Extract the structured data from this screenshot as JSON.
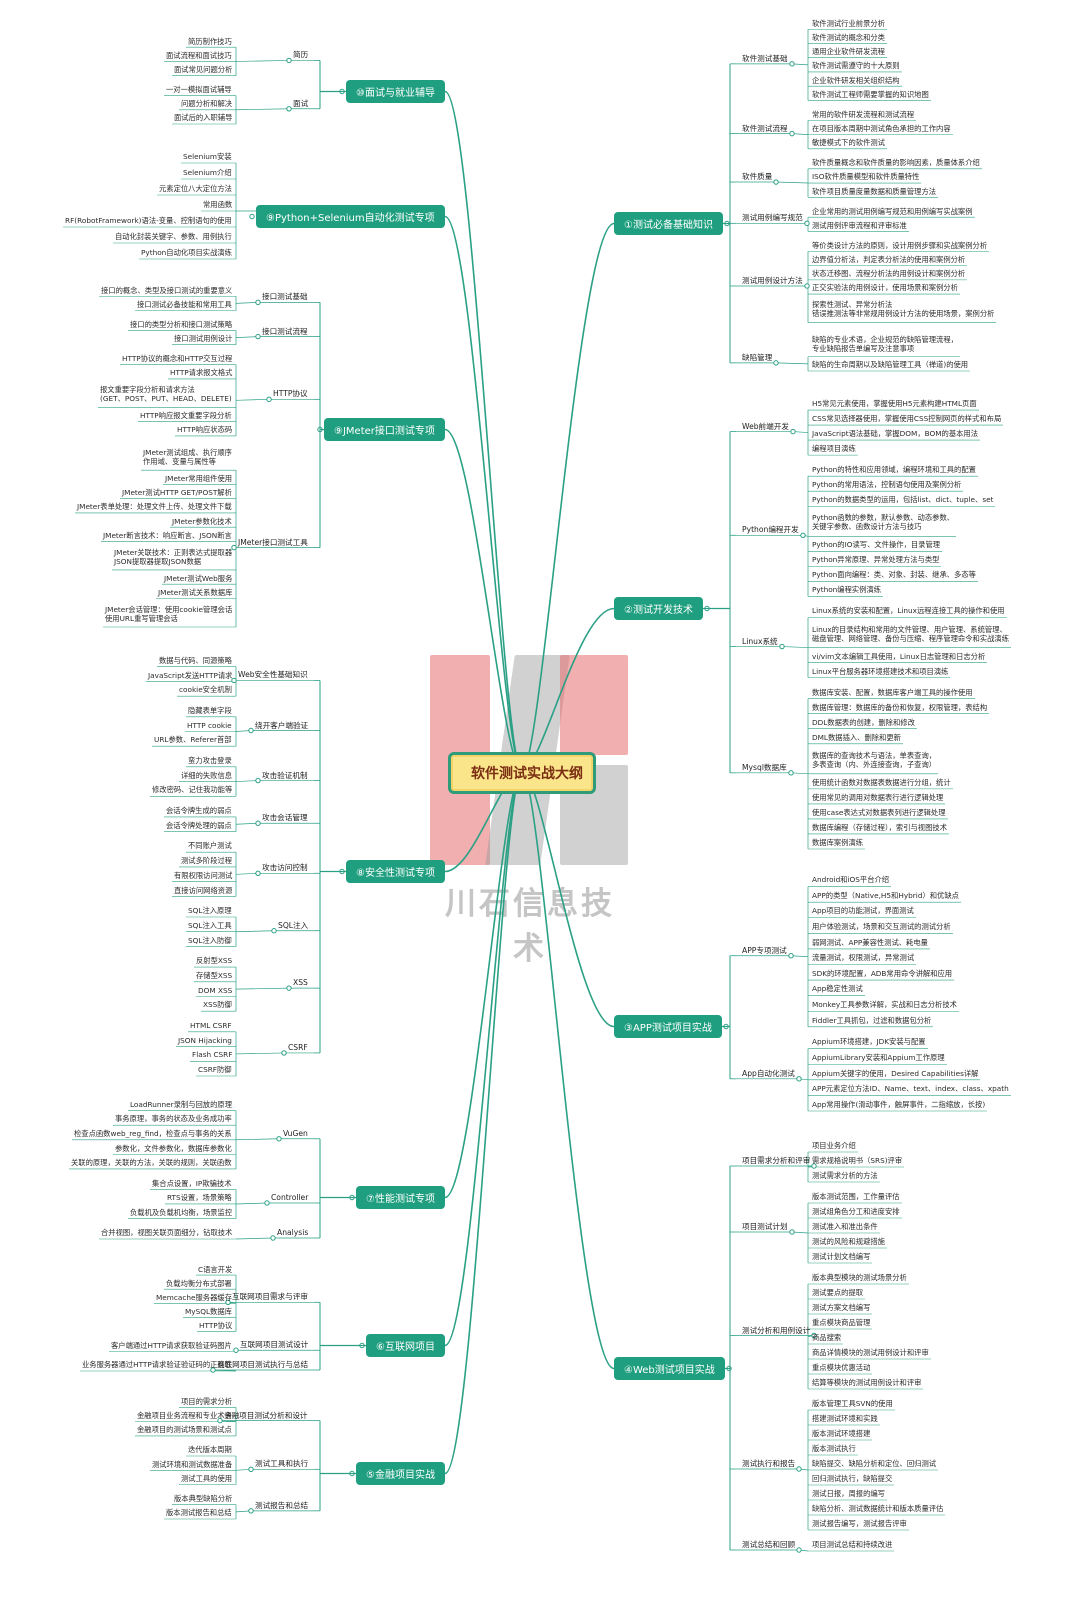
{
  "title": "软件测试实战大纲",
  "watermark": "川石信息技术",
  "colors": {
    "branch": "#2aa085",
    "main_bg": "#1f9f7f",
    "root_bg": "#fbe58a",
    "root_border": "#2f9b78",
    "watermark_red": "#e45a5a",
    "watermark_gray": "#8c8c8c"
  },
  "right": [
    {
      "title": "①测试必备基础知识",
      "groups": [
        {
          "name": "软件测试基础",
          "items": [
            "软件测试行业前景分析",
            "软件测试的概念和分类",
            "通用企业软件研发流程",
            "软件测试需遵守的十大原则",
            "企业软件研发相关组织结构",
            "软件测试工程师需要掌握的知识地图"
          ]
        },
        {
          "name": "软件测试流程",
          "items": [
            "常用的软件研发流程和测试流程",
            "在项目版本周期中测试角色承担的工作内容",
            "敏捷模式下的软件测试"
          ]
        },
        {
          "name": "软件质量",
          "items": [
            "软件质量概念和软件质量的影响因素，质量体系介绍",
            "ISO软件质量模型和软件质量特性",
            "软件项目质量度量数据和质量管理方法"
          ]
        },
        {
          "name": "测试用例编写规范",
          "items": [
            "企业常用的测试用例编写规范和用例编写实战案例",
            "测试用例评审流程和评审标准"
          ]
        },
        {
          "name": "测试用例设计方法",
          "items": [
            "等价类设计方法的原则，设计用例步骤和实战案例分析",
            "边界值分析法，判定表分析法的使用和案例分析",
            "状态迁移图、流程分析法的用例设计和案例分析",
            "正交实验法的用例设计，使用场景和案例分析",
            "探索性测试、异常分析法\n错误推测法等非常规用例设计方法的使用场景，案例分析"
          ]
        },
        {
          "name": "缺陷管理",
          "items": [
            "缺陷的专业术语，企业规范的缺陷管理流程，\n专业缺陷报告单编写及注意事项",
            "缺陷的生命周期以及缺陷管理工具（禅道)的使用"
          ]
        }
      ]
    },
    {
      "title": "②测试开发技术",
      "groups": [
        {
          "name": "Web前端开发",
          "items": [
            "H5常见元素使用，掌握使用H5元素构建HTML页面",
            "CSS常见选择器使用，掌握使用CSS控制网页的样式和布局",
            "JavaScript语法基础，掌握DOM，BOM的基本用法",
            "编程项目演练"
          ]
        },
        {
          "name": "Python编程开发",
          "items": [
            "Python的特性和应用领域，编程环境和工具的配置",
            "Python的常用语法，控制语句使用及案例分析",
            "Python的数据类型的运用，包括list、dict、tuple、set",
            "Python函数的参数，默认参数、动态参数、\n关键字参数、函数设计方法与技巧",
            "Python的IO读写、文件操作，目录管理",
            "Python异常原理、异常处理方法与类型",
            "Python面向编程：类、对象、封装、继承、多态等",
            "Python编程实例演练"
          ]
        },
        {
          "name": "Linux系统",
          "items": [
            "Linux系统的安装和配置，Linux远程连接工具的操作和使用",
            "Linux的目录结构和常用的文件管理、用户管理、系统管理、\n磁盘管理、网络管理、备份与压缩、程序管理命令和实战演练",
            "vi/vim文本编辑工具使用，Linux日志管理和日志分析",
            "Linux平台服务器环境搭建技术和项目演练"
          ]
        },
        {
          "name": "Mysql数据库",
          "items": [
            "数据库安装、配置，数据库客户端工具的操作使用",
            "数据库管理：数据库的备份和恢复，权限管理，表结构",
            "DDL数据表的创建，删除和修改",
            "DML数据插入、删除和更新",
            "数据库的查询技术与语法，单表查询，\n多表查询（内、外连接查询，子查询）",
            "使用统计函数对数据表数据进行分组，统计",
            "使用常见的调用对数据表行进行逻辑处理",
            "使用case表达式对数据表列进行逻辑处理",
            "数据库编程（存储过程），索引与视图技术",
            "数据库案例演练"
          ]
        }
      ]
    },
    {
      "title": "③APP测试项目实战",
      "groups": [
        {
          "name": "APP专项测试",
          "items": [
            "Android和iOS平台介绍",
            "APP的类型（Native,H5和Hybrid）和优缺点",
            "App项目的功能测试，界面测试",
            "用户体验测试，场景和交互测试的测试分析",
            "弱网测试、APP兼容性测试、耗电量",
            "流量测试，权限测试，异常测试",
            "SDK的环境配置，ADB常用命令讲解和应用",
            "App稳定性测试",
            "Monkey工具参数详解，实战和日志分析技术",
            "Fiddler工具抓包，过滤和数据包分析"
          ]
        },
        {
          "name": "App自动化测试",
          "items": [
            "Appium环境搭建，JDK安装与配置",
            "AppiumLibrary安装和Appium工作原理",
            "Appium关键字的使用，Desired Capabilities详解",
            "APP元素定位方法ID、Name、text、index、class、xpath",
            "App常用操作(滑动事件，触屏事件，二指缩放，长按)"
          ]
        }
      ]
    },
    {
      "title": "④Web测试项目实战",
      "groups": [
        {
          "name": "项目需求分析和评审",
          "items": [
            "项目业务介绍",
            "需求规格说明书（SRS)评审",
            "测试需求分析的方法"
          ]
        },
        {
          "name": "项目测试计划",
          "items": [
            "版本测试范围，工作量评估",
            "测试组角色分工和进度安排",
            "测试准入和准出条件",
            "测试的风险和规避措施",
            "测试计划文档编写"
          ]
        },
        {
          "name": "测试分析和用例设计",
          "items": [
            "版本典型模块的测试场景分析",
            "测试要点的提取",
            "测试方案文档编写",
            "重点模块商品管理",
            "商品搜索",
            "商品详情模块的测试用例设计和评审",
            "重点模块优惠活动",
            "结算等模块的测试用例设计和评审"
          ]
        },
        {
          "name": "测试执行和报告",
          "items": [
            "版本管理工具SVN的使用",
            "搭建测试环境和实践",
            "版本测试环境搭建",
            "版本测试执行",
            "缺陷提交、缺陷分析和定位、回归测试",
            "回归测试执行，缺陷提交",
            "测试日报，周报的编写",
            "缺陷分析、测试数据统计和版本质量评估",
            "测试报告编写，测试报告评审"
          ]
        },
        {
          "name": "测试总结和回顾",
          "items": [
            "项目测试总结和持续改进"
          ]
        }
      ]
    }
  ],
  "left": [
    {
      "title": "⑩面试与就业辅导",
      "groups": [
        {
          "name": "简历",
          "items": [
            "简历制作技巧",
            "面试流程和面试技巧",
            "面试常见问题分析"
          ]
        },
        {
          "name": "面试",
          "items": [
            "一对一模拟面试辅导",
            "问题分析和解决",
            "面试后的入职辅导"
          ]
        }
      ]
    },
    {
      "title": "⑨Python+Selenium自动化测试专项",
      "groups": [
        {
          "name": "",
          "items": [
            "Selenium安装",
            "Selenium介绍",
            "元素定位八大定位方法",
            "常用函数",
            "RF(RobotFramework)语法-变量、控制语句的使用",
            "自动化封装关键字、参数、用例执行",
            "Python自动化项目实战演练"
          ]
        }
      ]
    },
    {
      "title": "⑨JMeter接口测试专项",
      "groups": [
        {
          "name": "接口测试基础",
          "items": [
            "接口的概念、类型及接口测试的重要意义",
            "接口测试必备技能和常用工具"
          ]
        },
        {
          "name": "接口测试流程",
          "items": [
            "接口的类型分析和接口测试策略",
            "接口测试用例设计"
          ]
        },
        {
          "name": "HTTP协议",
          "items": [
            "HTTP协议的概念和HTTP交互过程",
            "HTTP请求报文格式",
            "报文重要字段分析和请求方法\n(GET、POST、PUT、HEAD、DELETE)",
            "HTTP响应报文重要字段分析",
            "HTTP响应状态码"
          ]
        },
        {
          "name": "JMeter接口测试工具",
          "items": [
            "JMeter测试组成、执行顺序\n作用域、变量与属性等",
            "JMeter常用组件使用",
            "JMeter测试HTTP GET/POST解析",
            "JMeter表单处理：处理文件上传、处理文件下载",
            "JMeter参数化技术",
            "JMeter断言技术：响应断言、JSON断言",
            "JMeter关联技术：正则表达式提取器\nJSON提取器提取JSON数据",
            "JMeter测试Web服务",
            "JMeter测试关系数据库",
            "JMeter会话管理：使用cookie管理会话\n使用URL重写管理会话"
          ]
        }
      ]
    },
    {
      "title": "⑧安全性测试专项",
      "groups": [
        {
          "name": "Web安全性基础知识",
          "items": [
            "数据与代码、同源策略",
            "JavaScript发送HTTP请求",
            "cookie安全机制"
          ]
        },
        {
          "name": "绕开客户端验证",
          "items": [
            "隐藏表单字段",
            "HTTP cookie",
            "URL参数、Referer首部"
          ]
        },
        {
          "name": "攻击验证机制",
          "items": [
            "蛮力攻击登录",
            "详细的失败信息",
            "修改密码、记住我功能等"
          ]
        },
        {
          "name": "攻击会话管理",
          "items": [
            "会话令牌生成的弱点",
            "会话令牌处理的弱点"
          ]
        },
        {
          "name": "攻击访问控制",
          "items": [
            "不同账户测试",
            "测试多阶段过程",
            "有限权限访问测试",
            "直接访问网络资源"
          ]
        },
        {
          "name": "SQL注入",
          "items": [
            "SQL注入原理",
            "SQL注入工具",
            "SQL注入防御"
          ]
        },
        {
          "name": "XSS",
          "items": [
            "反射型XSS",
            "存储型XSS",
            "DOM XSS",
            "XSS防御"
          ]
        },
        {
          "name": "CSRF",
          "items": [
            "HTML CSRF",
            "JSON Hijacking",
            "Flash CSRF",
            "CSRF防御"
          ]
        }
      ]
    },
    {
      "title": "⑦性能测试专项",
      "groups": [
        {
          "name": "VuGen",
          "items": [
            "LoadRunner录制与回放的原理",
            "事务原理，事务的状态及业务成功率",
            "检查点函数web_reg_find，检查点与事务的关系",
            "参数化，文件参数化，数据库参数化",
            "关联的原理，关联的方法，关联的规则，关联函数"
          ]
        },
        {
          "name": "Controller",
          "items": [
            "集合点设置，IP欺骗技术",
            "RTS设置，场景策略",
            "负载机及负载机均衡，场景监控"
          ]
        },
        {
          "name": "Analysis",
          "items": [
            "合并视图，视图关联页面细分，钻取技术"
          ]
        }
      ]
    },
    {
      "title": "⑥互联网项目",
      "groups": [
        {
          "name": "互联网项目需求与评审",
          "items": [
            "C语言开发",
            "负载均衡分布式部署",
            "Memcache服务器缓存",
            "MySQL数据库",
            "HTTP协议"
          ]
        },
        {
          "name": "互联网项目测试设计",
          "items": [
            "客户端通过HTTP请求获取验证码图片"
          ]
        },
        {
          "name": "互联网项目测试执行与总结",
          "items": [
            "业务服务器通过HTTP请求验证验证码的正确性"
          ]
        }
      ]
    },
    {
      "title": "⑤金融项目实战",
      "groups": [
        {
          "name": "金融项目测试分析和设计",
          "items": [
            "项目的需求分析",
            "金融项目业务流程和专业术语",
            "金融项目的测试场景和测试点"
          ]
        },
        {
          "name": "测试工具和执行",
          "items": [
            "迭代版本周期",
            "测试环境和测试数据准备",
            "测试工具的使用"
          ]
        },
        {
          "name": "测试报告和总结",
          "items": [
            "版本典型缺陷分析",
            "版本测试报告和总结"
          ]
        }
      ]
    }
  ]
}
